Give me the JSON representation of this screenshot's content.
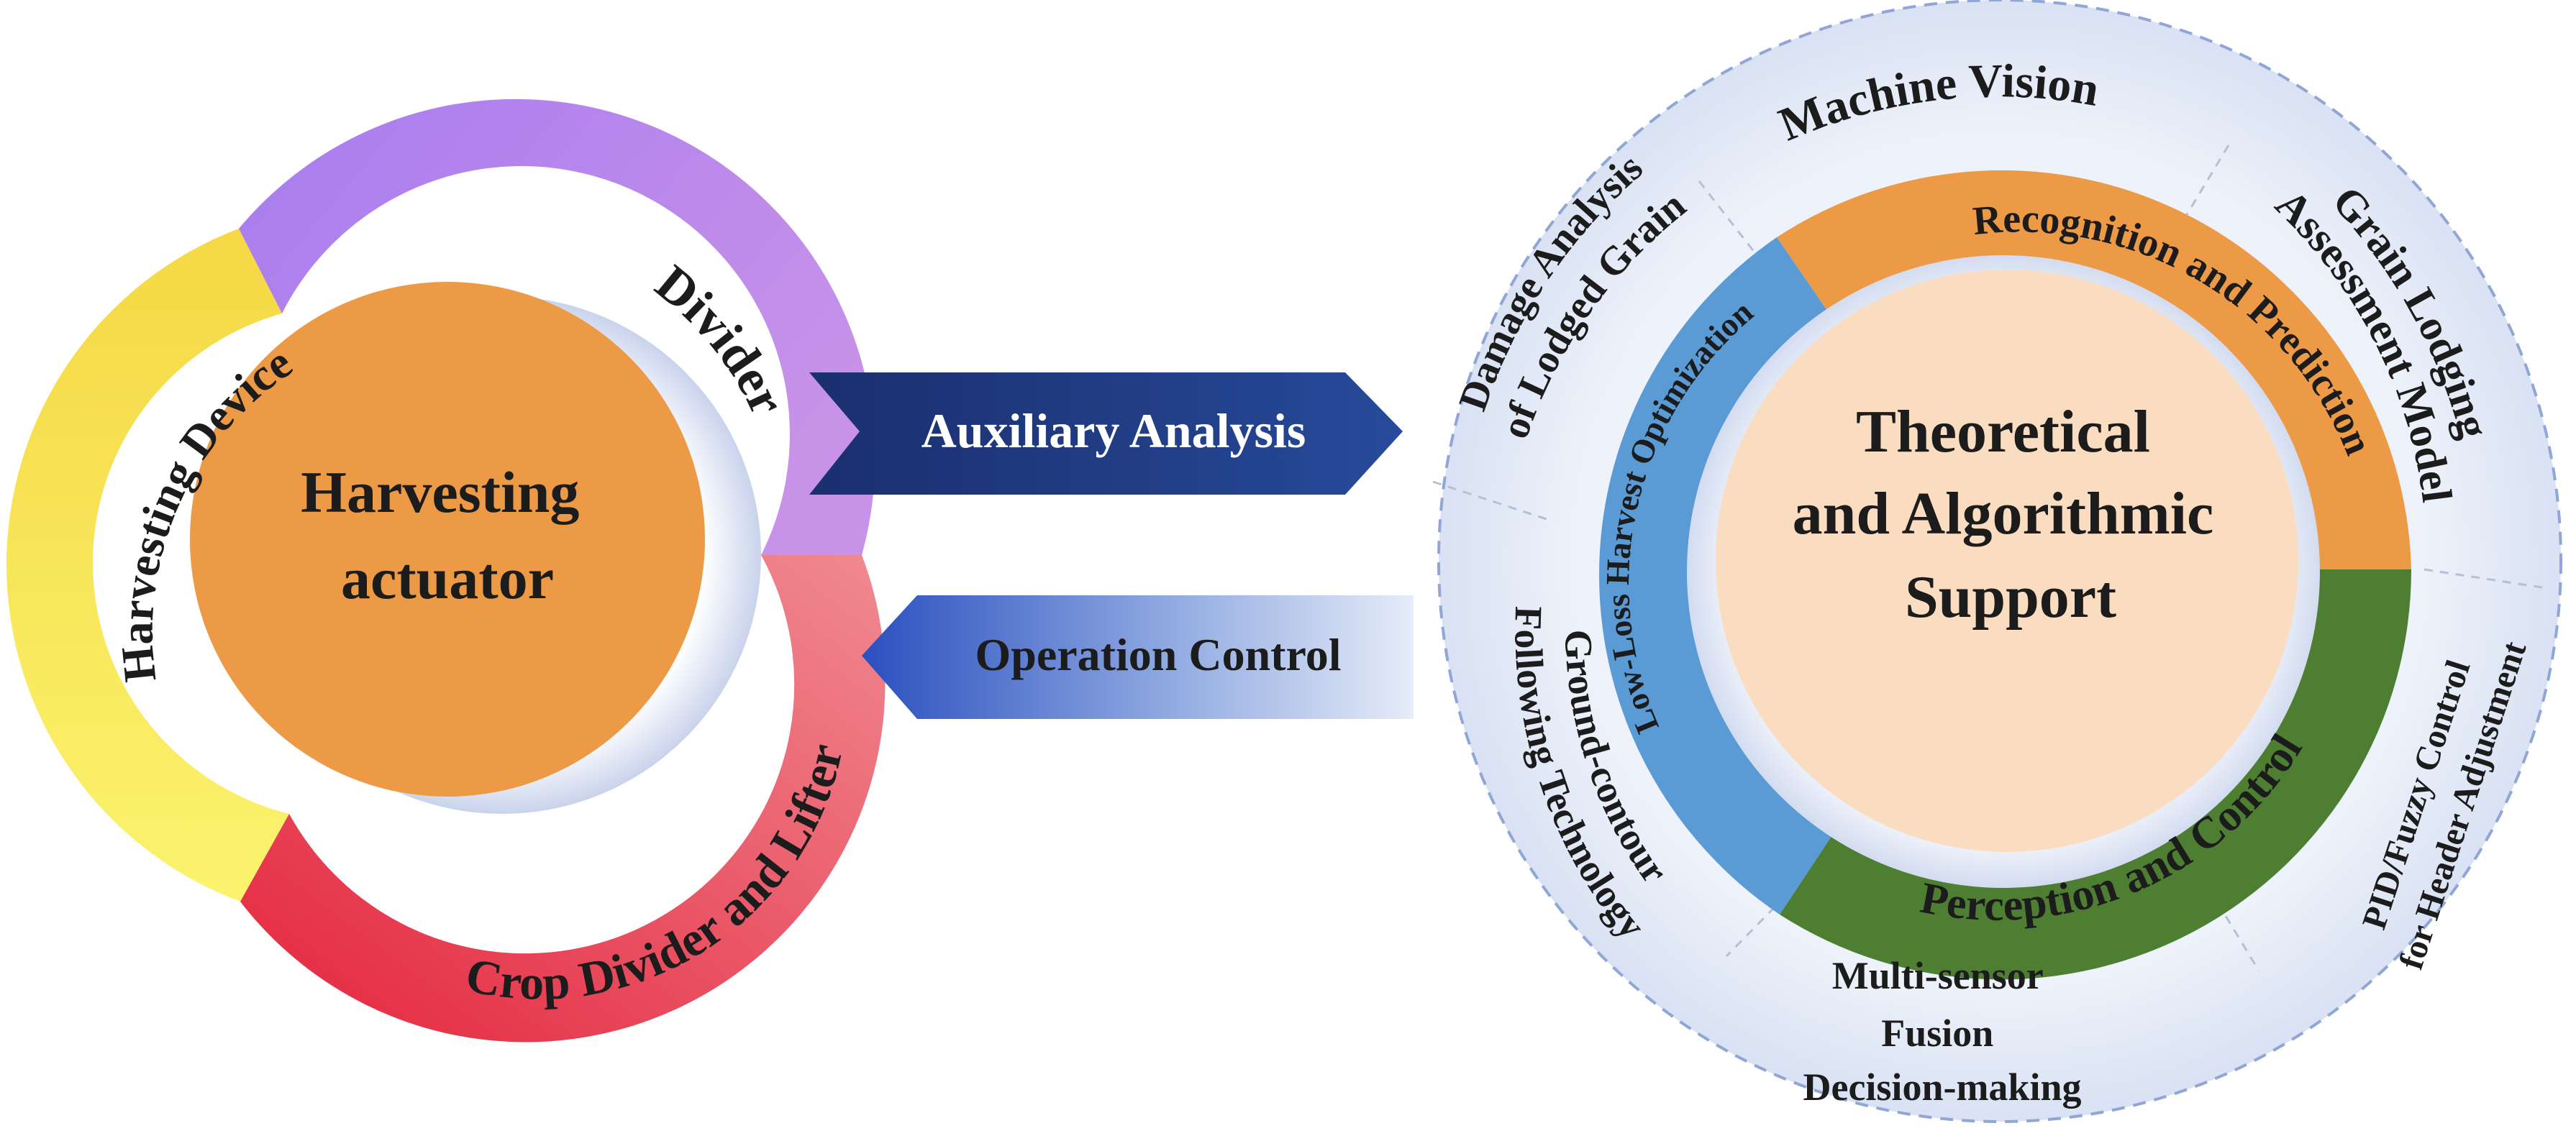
{
  "left_module": {
    "center": {
      "line1": "Harvesting",
      "line2": "actuator"
    },
    "segments": {
      "divider": "Divider",
      "harvesting_device": "Harvesting Device",
      "crop_divider": "Crop Divider and Lifter"
    },
    "colors": {
      "center": "#EC9A45",
      "divider": "#B98BEB",
      "harvesting_device": "#F7E65A",
      "crop_divider": "#EB4A5E"
    }
  },
  "arrows": {
    "auxiliary": {
      "label": "Auxiliary Analysis",
      "color": "#1F3A7E"
    },
    "operation": {
      "label": "Operation Control",
      "color": "#2D56C2"
    }
  },
  "right_module": {
    "center": {
      "line1": "Theoretical",
      "line2": "and Algorithmic",
      "line3": "Support"
    },
    "inner_ring": {
      "recognition": "Recognition and Prediction",
      "perception": "Perception and Control",
      "low_loss": "Low-Loss Harvest Optimization"
    },
    "outer_ring": {
      "machine_vision": "Machine Vision",
      "grain_lodging_1": "Grain Lodging",
      "grain_lodging_2": "Assessment Model",
      "pid_1": "PID/Fuzzy Control",
      "pid_2": "for Header Adjustment",
      "multi_sensor_1": "Multi-sensor",
      "multi_sensor_2": "Fusion",
      "multi_sensor_3": "Decision-making",
      "ground_contour_1": "Ground-contour",
      "ground_contour_2": "Following Technology",
      "damage_1": "Damage Analysis",
      "damage_2": "of Lodged Grain"
    },
    "colors": {
      "center": "#FADDC0",
      "recognition": "#EC9A45",
      "perception": "#4E7E32",
      "low_loss": "#5A9BD6",
      "outer": "#E4EBF7"
    }
  }
}
